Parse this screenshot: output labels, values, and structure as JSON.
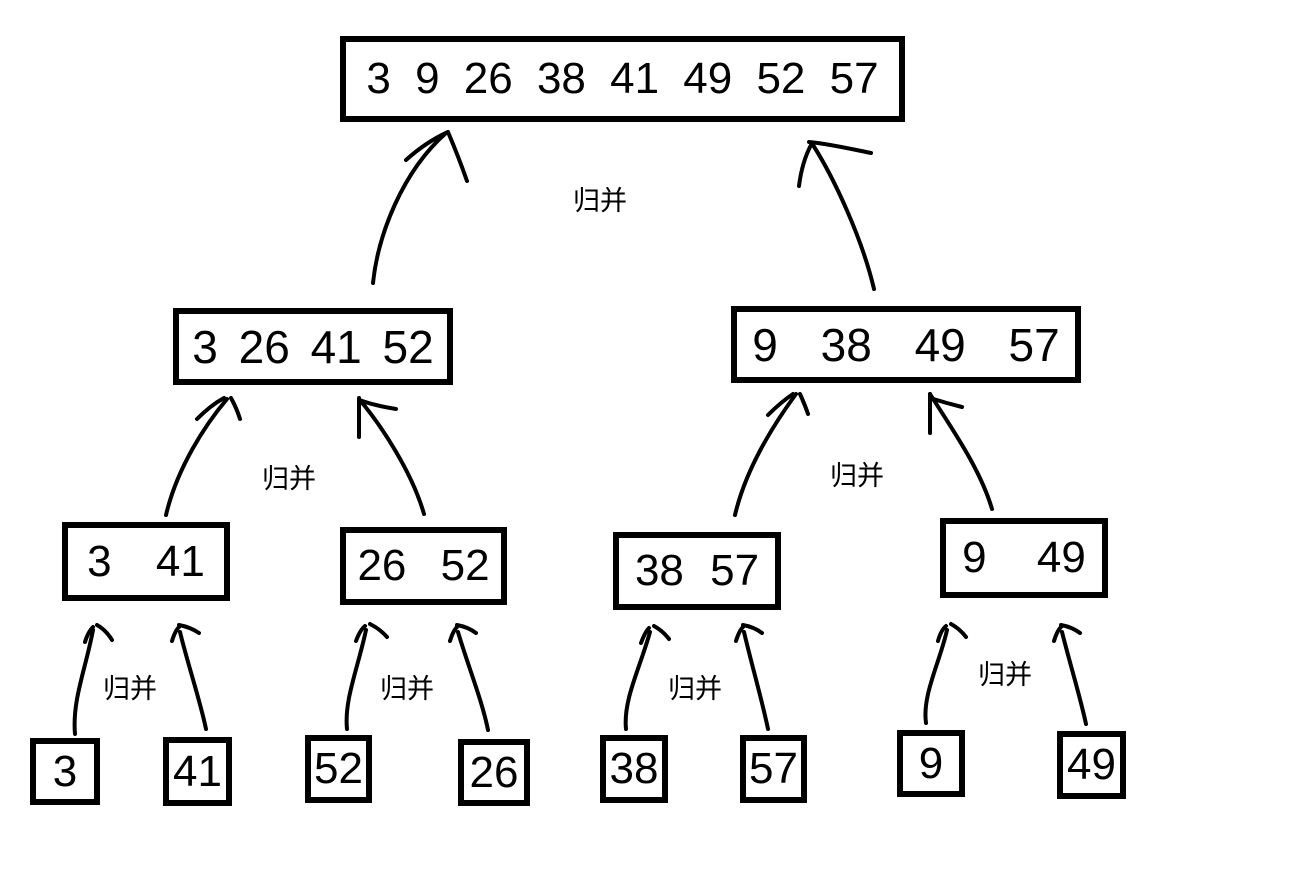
{
  "colors": {
    "background": "#ffffff",
    "box_border": "#000000",
    "text": "#000000",
    "arrow": "#000000"
  },
  "merge_label": "归并",
  "tree": {
    "level1": [
      {
        "text": "3 9 26 38 41 49 52 57"
      }
    ],
    "level2": [
      {
        "text": "3 26 41 52"
      },
      {
        "text": "9 38 49 57"
      }
    ],
    "level3": [
      {
        "text": "3 41"
      },
      {
        "text": "26 52"
      },
      {
        "text": "38 57"
      },
      {
        "text": "9 49"
      }
    ],
    "level4": [
      {
        "text": "3"
      },
      {
        "text": "41"
      },
      {
        "text": "52"
      },
      {
        "text": "26"
      },
      {
        "text": "38"
      },
      {
        "text": "57"
      },
      {
        "text": "9"
      },
      {
        "text": "49"
      }
    ]
  }
}
